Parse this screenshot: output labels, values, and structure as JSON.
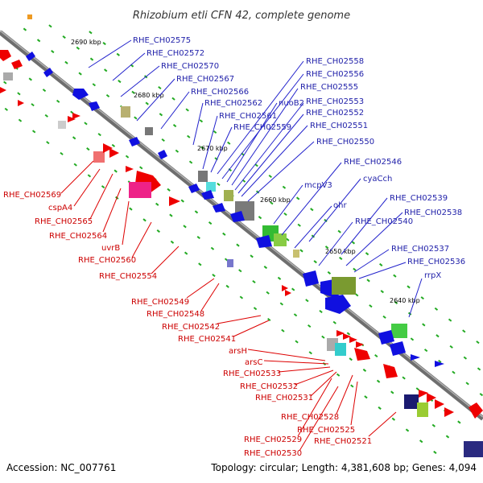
{
  "title": "Rhizobium etli CFN 42, complete genome",
  "footer": {
    "accession": "Accession: NC_007761",
    "summary": "Topology: circular; Length: 4,381,608 bp; Genes: 4,094"
  },
  "ticks": [
    "2690 kbp",
    "2680 kbp",
    "2670 kbp",
    "2660 kbp",
    "2650 kbp",
    "2640 kbp"
  ],
  "labels_forward": [
    "RHE_CH02575",
    "RHE_CH02572",
    "RHE_CH02570",
    "RHE_CH02567",
    "RHE_CH02566",
    "RHE_CH02562",
    "RHE_CH02561",
    "RHE_CH02559",
    "RHE_CH02558",
    "RHE_CH02556",
    "nuoB2",
    "RHE_CH02555",
    "RHE_CH02553",
    "RHE_CH02552",
    "RHE_CH02551",
    "RHE_CH02550",
    "RHE_CH02546",
    "cyaCch",
    "mcpV3",
    "RHE_CH02539",
    "RHE_CH02538",
    "ohr",
    "RHE_CH02540",
    "RHE_CH02537",
    "RHE_CH02536",
    "rrpX"
  ],
  "labels_reverse": [
    "RHE_CH02569",
    "cspA4",
    "RHE_CH02565",
    "RHE_CH02564",
    "uvrB",
    "RHE_CH02560",
    "RHE_CH02554",
    "RHE_CH02549",
    "RHE_CH02548",
    "RHE_CH02542",
    "RHE_CH02541",
    "arsH",
    "arsC",
    "RHE_CH02533",
    "RHE_CH02532",
    "RHE_CH02531",
    "RHE_CH02528",
    "RHE_CH02525",
    "RHE_CH02521",
    "RHE_CH02529",
    "RHE_CH02530"
  ],
  "colors": {
    "backbone": "#888888",
    "forward_cds": "#1010e0",
    "reverse_cds": "#ee0000",
    "forward_label": "#2222aa",
    "reverse_label": "#cc0000",
    "tick_mark": "#22aa22"
  }
}
